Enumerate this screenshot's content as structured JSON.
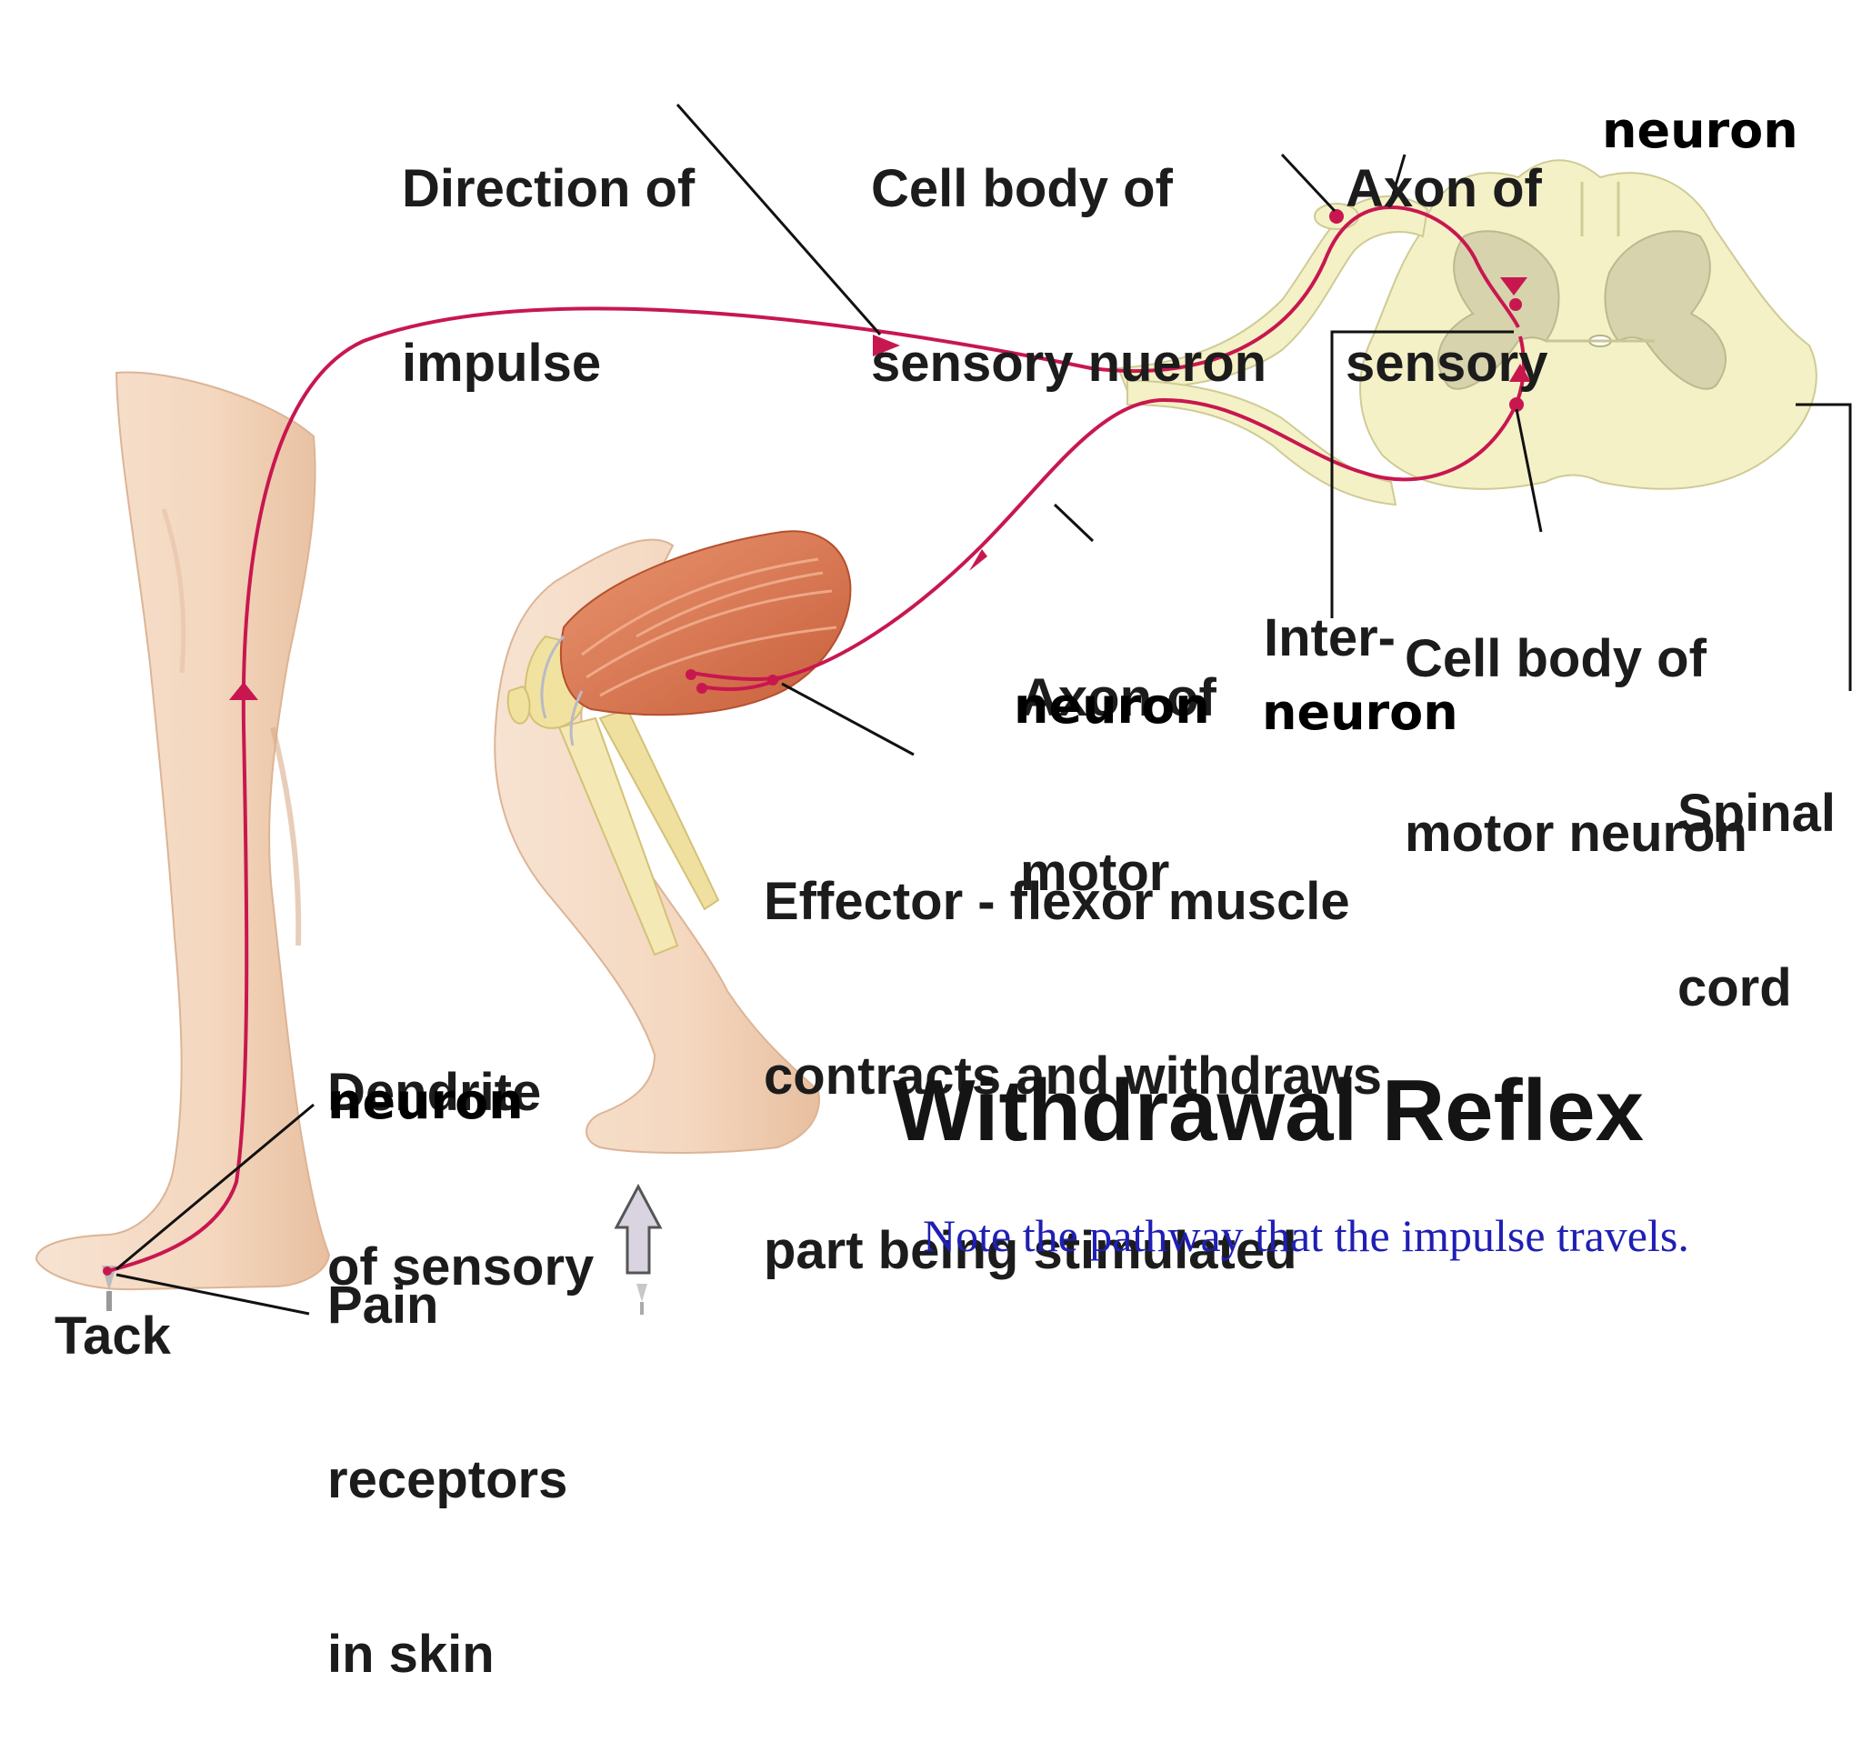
{
  "labels": {
    "direction_of_impulse": [
      "Direction of",
      "impulse"
    ],
    "cell_body_sensory": [
      "Cell body of",
      "sensory nueron"
    ],
    "axon_sensory": [
      "Axon of",
      "sensory"
    ],
    "axon_sensory_neuron": "neuron",
    "cell_body_motor": [
      "Cell body of",
      "motor neuron"
    ],
    "axon_motor": [
      "Axon of",
      "motor"
    ],
    "axon_motor_neuron": "neuron",
    "interneuron": "Inter-",
    "interneuron_neuron": "neuron",
    "spinal_cord": [
      "Spinal",
      "cord"
    ],
    "effector": [
      "Effector - flexor muscle",
      "contracts and withdraws",
      "part being stimulated"
    ],
    "dendrite": [
      "Dendrite",
      "of sensory"
    ],
    "dendrite_neuron": "neuron",
    "pain_receptors": [
      "Pain",
      "receptors",
      "in skin"
    ],
    "tack": "Tack"
  },
  "title": "Withdrawal Reflex",
  "note": "Note the pathway that the impulse travels.",
  "colors": {
    "nerve": "#c8174f",
    "spinal_white": "#f4f1c7",
    "spinal_grey": "#d6d3ad",
    "skin": "#f6dcc6",
    "skin_shadow": "#e9bfa0",
    "muscle": "#de7c55",
    "bone": "#f1e39f",
    "note_text": "#1f1fb5"
  }
}
